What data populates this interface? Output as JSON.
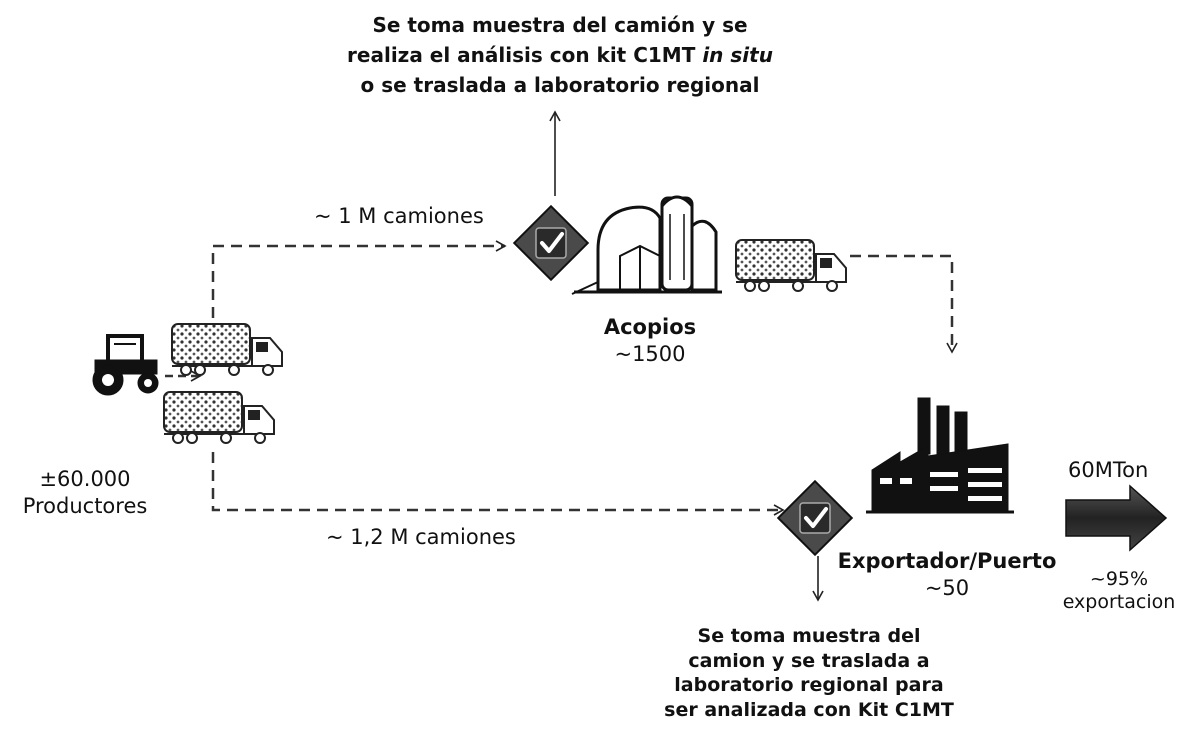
{
  "top_note": {
    "line1": "Se toma  muestra del camión y  se",
    "line2_main": "realiza el análisis con  kit C1MT ",
    "line2_italic": "in situ",
    "line3": "o se traslada a laboratorio regional"
  },
  "route_upper_label": "~ 1 M camiones",
  "route_lower_label": "~ 1,2 M camiones",
  "acopios": {
    "name": "Acopios",
    "count": "~1500"
  },
  "productores": {
    "count": "±60.000",
    "name": "Productores"
  },
  "exportador": {
    "name": "Exportador/Puerto",
    "count": "~50"
  },
  "export": {
    "volume": "60MTon",
    "pct": "~95%",
    "label": "exportacion"
  },
  "bottom_note": {
    "line1": "Se toma muestra del",
    "line2": "camion y se traslada a",
    "line3": "laboratorio  regional para",
    "line4": "ser analizada con Kit C1MT"
  }
}
